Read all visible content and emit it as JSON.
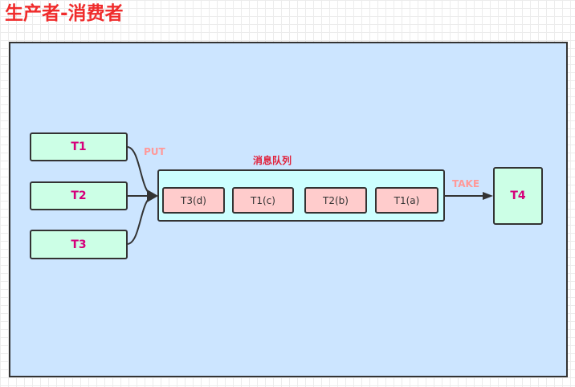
{
  "title": "生产者-消费者",
  "producers": [
    {
      "label": "T1"
    },
    {
      "label": "T2"
    },
    {
      "label": "T3"
    }
  ],
  "put_label": "PUT",
  "queue": {
    "label": "消息队列",
    "messages": [
      "T3(d)",
      "T1(c)",
      "T2(b)",
      "T1(a)"
    ]
  },
  "take_label": "TAKE",
  "consumer": {
    "label": "T4"
  },
  "colors": {
    "title": "#f02c2c",
    "canvas_fill": "#cce5ff",
    "producer_fill": "#ccffe6",
    "producer_text": "#d6007b",
    "queue_fill": "#ccffff",
    "message_fill": "#ffcccc",
    "edge_label": "#ff9999",
    "queue_label": "#e0203a",
    "stroke": "#333333"
  }
}
